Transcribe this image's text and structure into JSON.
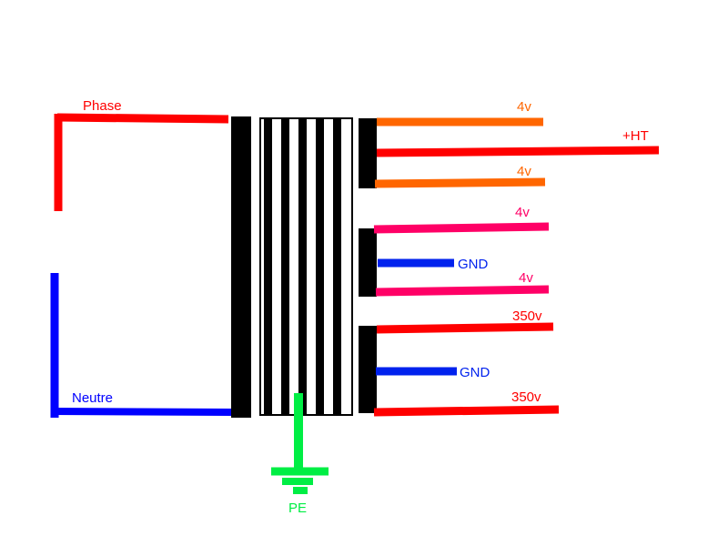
{
  "colors": {
    "phase": "#ff0000",
    "neutral": "#0000ff",
    "earth": "#00ee44",
    "heater": "#ff6600",
    "ht": "#ff0000",
    "low_voltage": "#ff0066",
    "gnd": "#0022ee",
    "hv": "#ff0000",
    "core": "#000000"
  },
  "labels": {
    "phase": "Phase",
    "neutral": "Neutre",
    "earth": "PE",
    "heater_top": "4v",
    "ht": "+HT",
    "heater_mid": "4v",
    "lv_top": "4v",
    "gnd_top": "GND",
    "lv_bottom": "4v",
    "hv_top": "350v",
    "gnd_bottom": "GND",
    "hv_bottom": "350v"
  }
}
